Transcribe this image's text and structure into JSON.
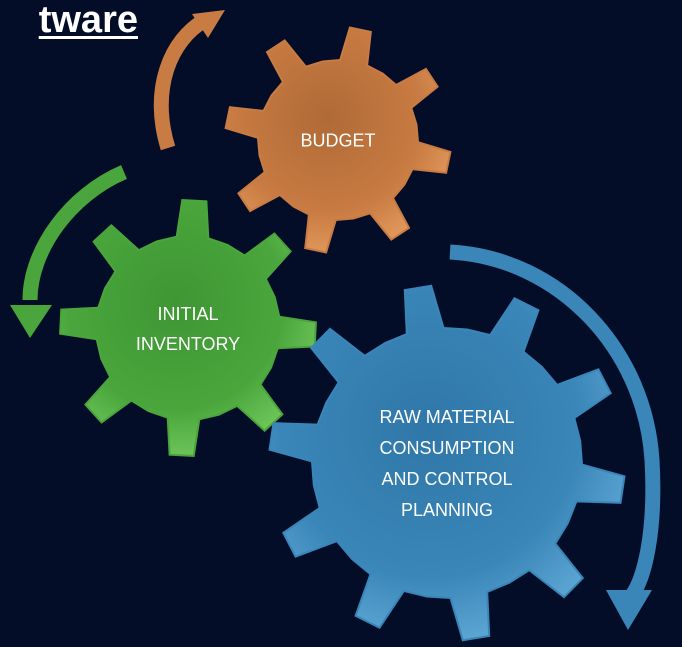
{
  "title": "tware",
  "gears": [
    {
      "id": "budget",
      "lines": [
        "BUDGET"
      ],
      "color": "#c87b42"
    },
    {
      "id": "initial-inventory",
      "lines": [
        "INITIAL",
        "INVENTORY"
      ],
      "color": "#4aa63c"
    },
    {
      "id": "raw-material",
      "lines": [
        "RAW MATERIAL",
        "CONSUMPTION",
        "AND CONTROL",
        "PLANNING"
      ],
      "color": "#3a86b8"
    }
  ],
  "arrows": [
    {
      "id": "budget-arrow",
      "color": "#c87b42"
    },
    {
      "id": "inventory-arrow",
      "color": "#4aa63c"
    },
    {
      "id": "raw-material-arrow",
      "color": "#3a86b8"
    }
  ]
}
